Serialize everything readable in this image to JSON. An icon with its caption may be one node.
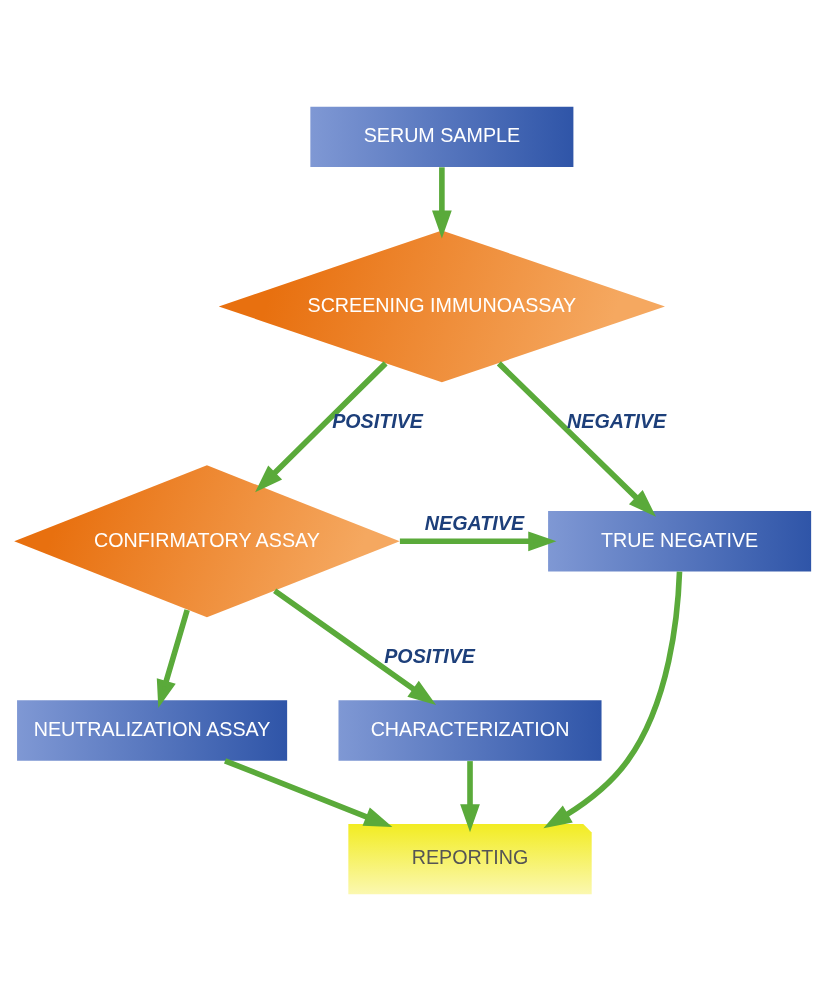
{
  "diagram": {
    "nodes": [
      {
        "text": [
          "SERUM SAMPLE"
        ]
      },
      {
        "text": [
          "SCREENING IMMUNOASSAY"
        ]
      },
      {
        "text": [
          "CONFIRMATORY ASSAY"
        ]
      },
      {
        "text": [
          "TRUE NEGATIVE"
        ]
      },
      {
        "text": [
          "NEUTRALIZATION ASSAY"
        ]
      },
      {
        "text": [
          "CHARACTERIZATION"
        ]
      },
      {
        "text": [
          "REPORTING"
        ]
      }
    ],
    "edges": [
      {
        "from": 0,
        "to": 1,
        "arrow": "to"
      },
      {
        "from": 1,
        "to": 3,
        "arrow": "to",
        "label": "NEGATIVE"
      },
      {
        "from": 1,
        "to": 2,
        "arrow": "to",
        "label": "POSITIVE"
      },
      {
        "from": 2,
        "to": 3,
        "arrow": "to",
        "label": "NEGATIVE"
      },
      {
        "from": 2,
        "to": 4,
        "arrow": "to"
      },
      {
        "from": 2,
        "to": 5,
        "arrow": "to",
        "label": "POSITIVE"
      },
      {
        "from": 4,
        "to": 6,
        "arrow": "to"
      },
      {
        "from": 5,
        "to": 6,
        "arrow": "to"
      },
      {
        "from": 3,
        "to": 6,
        "arrow": "to"
      }
    ]
  }
}
